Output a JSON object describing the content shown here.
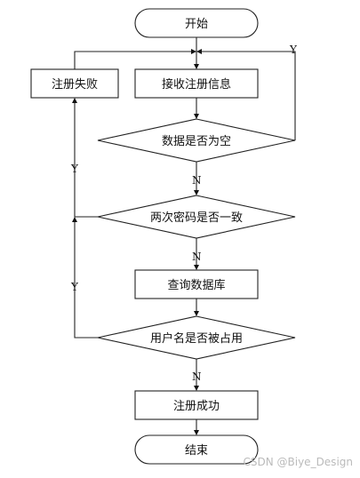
{
  "flowchart": {
    "nodes": {
      "start": "开始",
      "fail": "注册失败",
      "receive": "接收注册信息",
      "empty_check": "数据是否为空",
      "pwd_check": "两次密码是否一致",
      "query_db": "查询数据库",
      "name_check": "用户名是否被占用",
      "success": "注册成功",
      "end": "结束"
    },
    "edge_labels": {
      "empty_yes": "Y",
      "empty_no": "N",
      "pwd_yes": "Y",
      "pwd_no": "N",
      "name_yes": "Y",
      "name_no": "N"
    }
  },
  "watermark": "CSDN @Biye_Design"
}
